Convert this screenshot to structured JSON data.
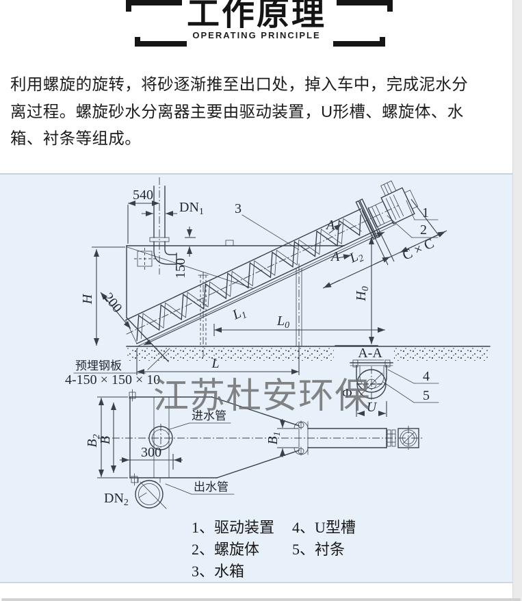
{
  "page": {
    "bg": "#ffffff",
    "edge_color": "#ebebeb",
    "shadow_color": "#d2d2d2"
  },
  "header": {
    "title": "工作原理",
    "subtitle": "OPERATING PRINCIPLE"
  },
  "intro": {
    "lines": [
      "利用螺旋的旋转，将砂逐渐推至出口处，掉入车中，完成泥水分",
      "离过程。螺旋砂水分离器主要由驱动装置，U形槽、螺旋体、水",
      "箱、衬条等组成。"
    ]
  },
  "diagram": {
    "colors": {
      "panel_bg": "#e8f1fa",
      "panel_border": "#c3d3df",
      "line": "#3a4048",
      "watermark": "#6e6e6e"
    },
    "watermark": "江苏杜安环保",
    "labels": {
      "d540": "540",
      "dn1": {
        "base": "DN",
        "sub": "1"
      },
      "c3": "3",
      "d150": "150",
      "h": "H",
      "d200": "200",
      "a_top": "A",
      "a_bottom": "A",
      "l1": {
        "base": "L",
        "sub": "1"
      },
      "l0": {
        "base": "L",
        "sub": "0"
      },
      "l2": {
        "base": "L",
        "sub": "2"
      },
      "h0": {
        "base": "H",
        "sub": "0"
      },
      "cxc": "C × C",
      "c1": "1",
      "c2": "2",
      "plate_line1": "预埋钢板",
      "plate_line2": "4-150 × 150 × 10",
      "l": "L",
      "section_title": "A-A",
      "c4": "4",
      "c5": "5",
      "u": "U",
      "phi": "Φ",
      "inlet": "进水管",
      "outlet": "出水管",
      "b2": {
        "base": "B",
        "sub": "2"
      },
      "b": "B",
      "b1": {
        "base": "B",
        "sub": "1"
      },
      "d300": "300",
      "dn2": {
        "base": "DN",
        "sub": "2"
      }
    },
    "legend": {
      "items": [
        "1、驱动装置",
        "2、螺旋体",
        "3、水箱",
        "4、U型槽",
        "5、衬条"
      ]
    }
  }
}
